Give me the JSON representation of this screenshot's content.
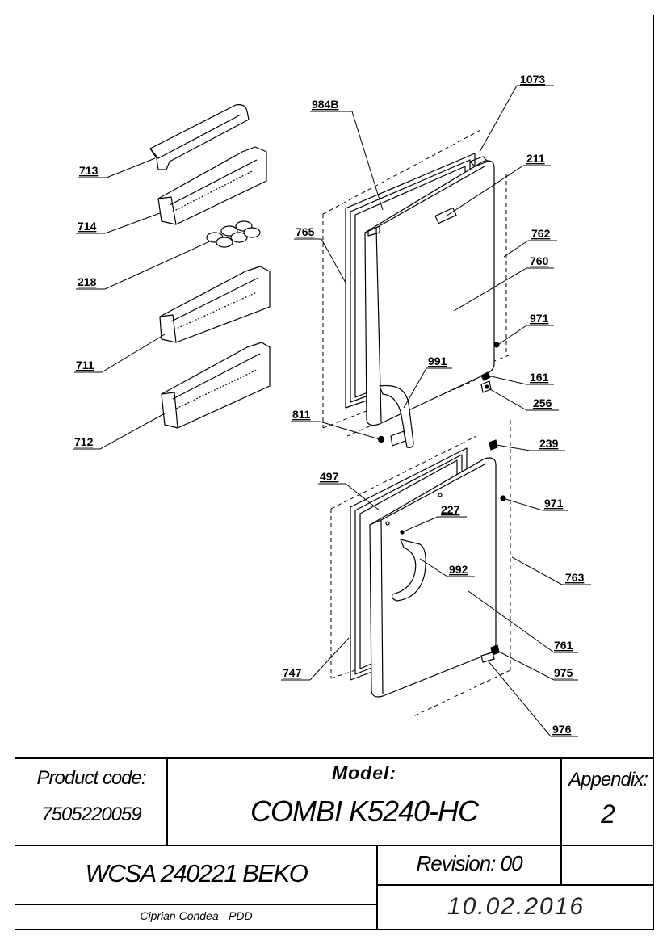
{
  "parts": [
    {
      "id": "1073"
    },
    {
      "id": "984B"
    },
    {
      "id": "211"
    },
    {
      "id": "762"
    },
    {
      "id": "765"
    },
    {
      "id": "760"
    },
    {
      "id": "971"
    },
    {
      "id": "991"
    },
    {
      "id": "161"
    },
    {
      "id": "256"
    },
    {
      "id": "811"
    },
    {
      "id": "239"
    },
    {
      "id": "497"
    },
    {
      "id": "227"
    },
    {
      "id": "971"
    },
    {
      "id": "992"
    },
    {
      "id": "763"
    },
    {
      "id": "761"
    },
    {
      "id": "747"
    },
    {
      "id": "975"
    },
    {
      "id": "976"
    },
    {
      "id": "713"
    },
    {
      "id": "714"
    },
    {
      "id": "218"
    },
    {
      "id": "711"
    },
    {
      "id": "712"
    }
  ],
  "title_block": {
    "product_code_label": "Product code:",
    "product_code": "7505220059",
    "model_label": "Model:",
    "model": "COMBI K5240-HC",
    "appendix_label": "Appendix:",
    "appendix": "2",
    "document": "WCSA 240221 BEKO",
    "revision": "Revision: 00",
    "author": "Ciprian Condea - PDD",
    "date": "10.02.2016"
  }
}
